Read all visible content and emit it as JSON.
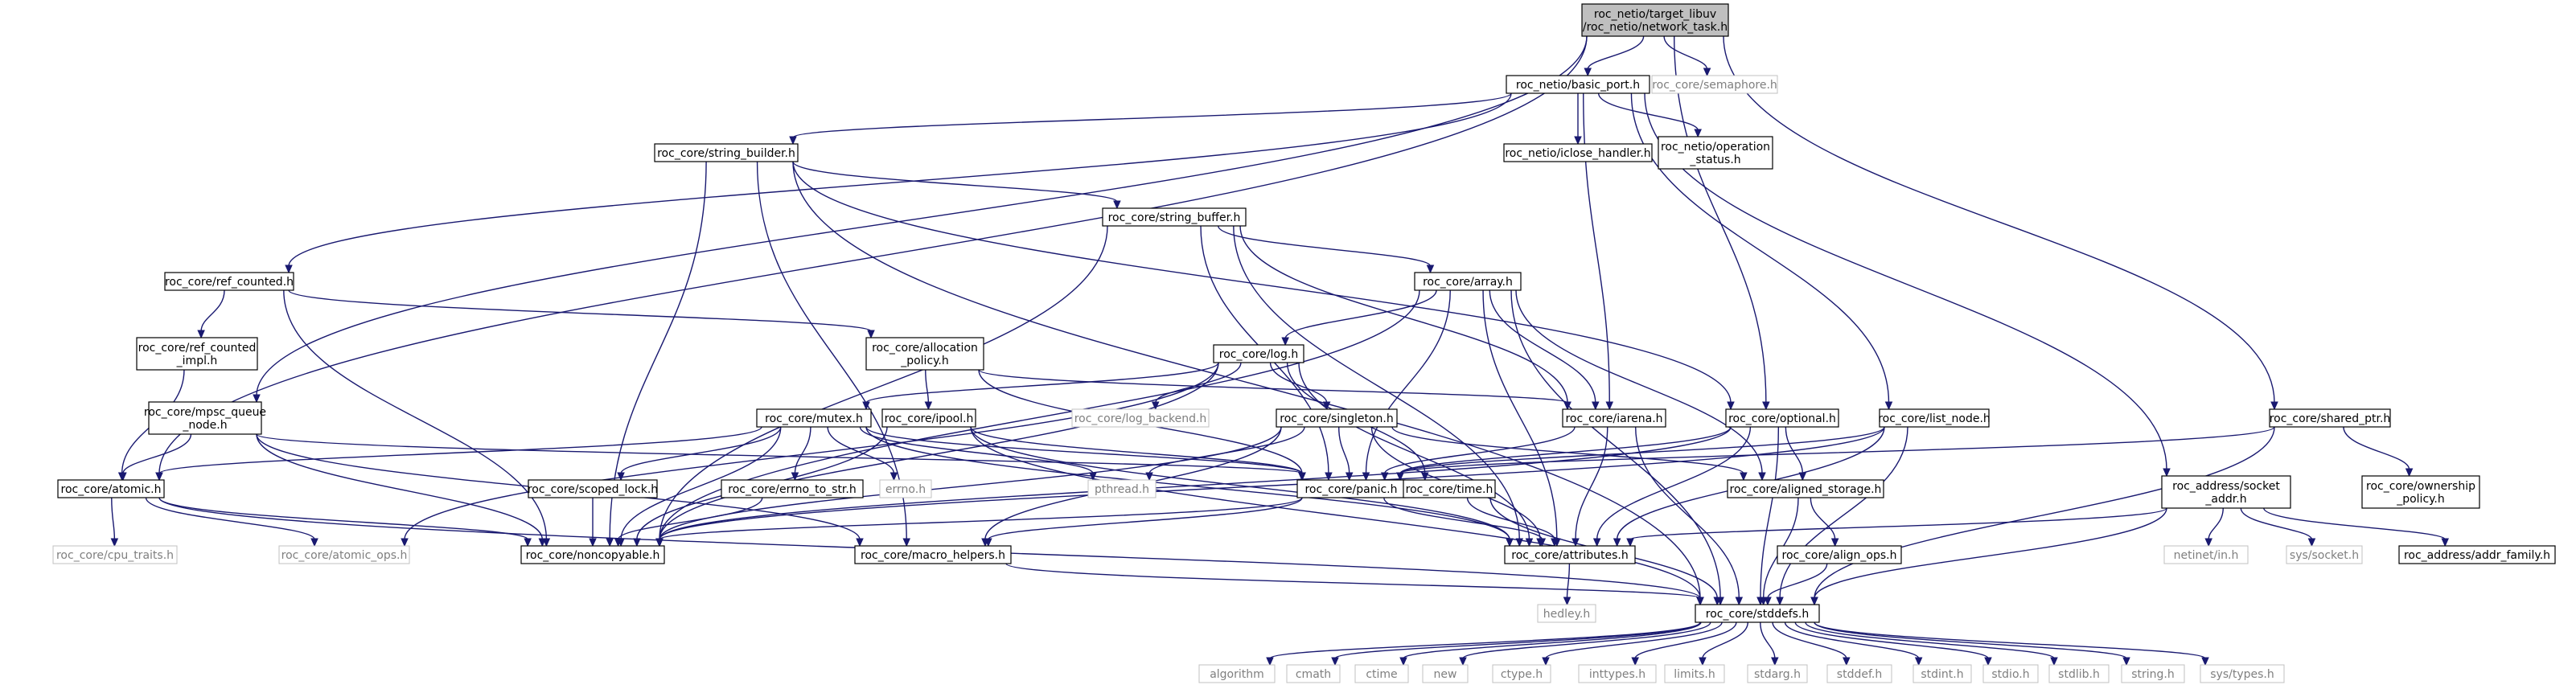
{
  "colors": {
    "edge": "#191970",
    "root_fill": "#bfbfbf",
    "external_border": "#c0c0c0",
    "external_text": "#7f7f7f"
  },
  "nodes": [
    {
      "id": "network_task",
      "lines": [
        "roc_netio/target_libuv",
        "/roc_netio/network_task.h"
      ],
      "kind": "root"
    },
    {
      "id": "basic_port",
      "lines": [
        "roc_netio/basic_port.h"
      ]
    },
    {
      "id": "semaphore",
      "lines": [
        "roc_core/semaphore.h"
      ],
      "kind": "ext"
    },
    {
      "id": "string_builder",
      "lines": [
        "roc_core/string_builder.h"
      ]
    },
    {
      "id": "iclose_handler",
      "lines": [
        "roc_netio/iclose_handler.h"
      ]
    },
    {
      "id": "operation_status",
      "lines": [
        "roc_netio/operation",
        "_status.h"
      ]
    },
    {
      "id": "string_buffer",
      "lines": [
        "roc_core/string_buffer.h"
      ]
    },
    {
      "id": "ref_counted",
      "lines": [
        "roc_core/ref_counted.h"
      ]
    },
    {
      "id": "array",
      "lines": [
        "roc_core/array.h"
      ]
    },
    {
      "id": "ref_counted_impl",
      "lines": [
        "roc_core/ref_counted",
        "_impl.h"
      ]
    },
    {
      "id": "allocation_policy",
      "lines": [
        "roc_core/allocation",
        "_policy.h"
      ]
    },
    {
      "id": "log",
      "lines": [
        "roc_core/log.h"
      ]
    },
    {
      "id": "mpsc_queue_node",
      "lines": [
        "roc_core/mpsc_queue",
        "_node.h"
      ]
    },
    {
      "id": "mutex",
      "lines": [
        "roc_core/mutex.h"
      ]
    },
    {
      "id": "ipool",
      "lines": [
        "roc_core/ipool.h"
      ]
    },
    {
      "id": "log_backend",
      "lines": [
        "roc_core/log_backend.h"
      ],
      "kind": "ext"
    },
    {
      "id": "singleton",
      "lines": [
        "roc_core/singleton.h"
      ]
    },
    {
      "id": "iarena",
      "lines": [
        "roc_core/iarena.h"
      ]
    },
    {
      "id": "optional",
      "lines": [
        "roc_core/optional.h"
      ]
    },
    {
      "id": "list_node",
      "lines": [
        "roc_core/list_node.h"
      ]
    },
    {
      "id": "shared_ptr",
      "lines": [
        "roc_core/shared_ptr.h"
      ]
    },
    {
      "id": "atomic",
      "lines": [
        "roc_core/atomic.h"
      ]
    },
    {
      "id": "scoped_lock",
      "lines": [
        "roc_core/scoped_lock.h"
      ]
    },
    {
      "id": "errno_to_str",
      "lines": [
        "roc_core/errno_to_str.h"
      ]
    },
    {
      "id": "errno",
      "lines": [
        "errno.h"
      ],
      "kind": "ext"
    },
    {
      "id": "pthread",
      "lines": [
        "pthread.h"
      ],
      "kind": "ext"
    },
    {
      "id": "panic",
      "lines": [
        "roc_core/panic.h"
      ]
    },
    {
      "id": "time",
      "lines": [
        "roc_core/time.h"
      ]
    },
    {
      "id": "aligned_storage",
      "lines": [
        "roc_core/aligned_storage.h"
      ]
    },
    {
      "id": "socket_addr",
      "lines": [
        "roc_address/socket",
        "_addr.h"
      ]
    },
    {
      "id": "ownership_policy",
      "lines": [
        "roc_core/ownership",
        "_policy.h"
      ]
    },
    {
      "id": "cpu_traits",
      "lines": [
        "roc_core/cpu_traits.h"
      ],
      "kind": "ext"
    },
    {
      "id": "atomic_ops",
      "lines": [
        "roc_core/atomic_ops.h"
      ],
      "kind": "ext"
    },
    {
      "id": "noncopyable",
      "lines": [
        "roc_core/noncopyable.h"
      ]
    },
    {
      "id": "macro_helpers",
      "lines": [
        "roc_core/macro_helpers.h"
      ]
    },
    {
      "id": "attributes",
      "lines": [
        "roc_core/attributes.h"
      ]
    },
    {
      "id": "align_ops",
      "lines": [
        "roc_core/align_ops.h"
      ]
    },
    {
      "id": "netinet_in",
      "lines": [
        "netinet/in.h"
      ],
      "kind": "ext"
    },
    {
      "id": "sys_socket",
      "lines": [
        "sys/socket.h"
      ],
      "kind": "ext"
    },
    {
      "id": "addr_family",
      "lines": [
        "roc_address/addr_family.h"
      ]
    },
    {
      "id": "hedley",
      "lines": [
        "hedley.h"
      ],
      "kind": "ext"
    },
    {
      "id": "stddefs",
      "lines": [
        "roc_core/stddefs.h"
      ]
    },
    {
      "id": "algorithm",
      "lines": [
        "algorithm"
      ],
      "kind": "ext"
    },
    {
      "id": "cmath",
      "lines": [
        "cmath"
      ],
      "kind": "ext"
    },
    {
      "id": "ctime",
      "lines": [
        "ctime"
      ],
      "kind": "ext"
    },
    {
      "id": "new",
      "lines": [
        "new"
      ],
      "kind": "ext"
    },
    {
      "id": "ctype",
      "lines": [
        "ctype.h"
      ],
      "kind": "ext"
    },
    {
      "id": "inttypes",
      "lines": [
        "inttypes.h"
      ],
      "kind": "ext"
    },
    {
      "id": "limits",
      "lines": [
        "limits.h"
      ],
      "kind": "ext"
    },
    {
      "id": "stdarg",
      "lines": [
        "stdarg.h"
      ],
      "kind": "ext"
    },
    {
      "id": "stddef",
      "lines": [
        "stddef.h"
      ],
      "kind": "ext"
    },
    {
      "id": "stdint",
      "lines": [
        "stdint.h"
      ],
      "kind": "ext"
    },
    {
      "id": "stdio",
      "lines": [
        "stdio.h"
      ],
      "kind": "ext"
    },
    {
      "id": "stdlib",
      "lines": [
        "stdlib.h"
      ],
      "kind": "ext"
    },
    {
      "id": "string",
      "lines": [
        "string.h"
      ],
      "kind": "ext"
    },
    {
      "id": "sys_types",
      "lines": [
        "sys/types.h"
      ],
      "kind": "ext"
    }
  ],
  "edges": [
    [
      "network_task",
      "basic_port"
    ],
    [
      "network_task",
      "semaphore"
    ],
    [
      "network_task",
      "atomic"
    ],
    [
      "network_task",
      "mpsc_queue_node"
    ],
    [
      "network_task",
      "optional"
    ],
    [
      "network_task",
      "shared_ptr"
    ],
    [
      "basic_port",
      "string_builder"
    ],
    [
      "basic_port",
      "iclose_handler"
    ],
    [
      "basic_port",
      "operation_status"
    ],
    [
      "basic_port",
      "ref_counted"
    ],
    [
      "basic_port",
      "list_node"
    ],
    [
      "basic_port",
      "iarena"
    ],
    [
      "basic_port",
      "socket_addr"
    ],
    [
      "string_builder",
      "string_buffer"
    ],
    [
      "string_builder",
      "noncopyable"
    ],
    [
      "string_builder",
      "stddefs"
    ],
    [
      "string_builder",
      "macro_helpers"
    ],
    [
      "string_builder",
      "optional"
    ],
    [
      "string_buffer",
      "array"
    ],
    [
      "string_buffer",
      "iarena"
    ],
    [
      "string_buffer",
      "panic"
    ],
    [
      "string_buffer",
      "noncopyable"
    ],
    [
      "string_buffer",
      "attributes"
    ],
    [
      "ref_counted",
      "ref_counted_impl"
    ],
    [
      "ref_counted",
      "allocation_policy"
    ],
    [
      "ref_counted",
      "noncopyable"
    ],
    [
      "array",
      "log"
    ],
    [
      "array",
      "iarena"
    ],
    [
      "array",
      "panic"
    ],
    [
      "array",
      "aligned_storage"
    ],
    [
      "array",
      "noncopyable"
    ],
    [
      "array",
      "attributes"
    ],
    [
      "array",
      "stddefs"
    ],
    [
      "ref_counted_impl",
      "atomic"
    ],
    [
      "allocation_policy",
      "ipool"
    ],
    [
      "allocation_policy",
      "iarena"
    ],
    [
      "allocation_policy",
      "panic"
    ],
    [
      "log",
      "mutex"
    ],
    [
      "log",
      "log_backend"
    ],
    [
      "log",
      "singleton"
    ],
    [
      "log",
      "time"
    ],
    [
      "log",
      "attributes"
    ],
    [
      "log",
      "noncopyable"
    ],
    [
      "log",
      "atomic_ops"
    ],
    [
      "mpsc_queue_node",
      "atomic"
    ],
    [
      "mpsc_queue_node",
      "noncopyable"
    ],
    [
      "mpsc_queue_node",
      "macro_helpers"
    ],
    [
      "mpsc_queue_node",
      "panic"
    ],
    [
      "mutex",
      "atomic"
    ],
    [
      "mutex",
      "scoped_lock"
    ],
    [
      "mutex",
      "errno_to_str"
    ],
    [
      "mutex",
      "errno"
    ],
    [
      "mutex",
      "pthread"
    ],
    [
      "mutex",
      "panic"
    ],
    [
      "mutex",
      "noncopyable"
    ],
    [
      "mutex",
      "attributes"
    ],
    [
      "ipool",
      "panic"
    ],
    [
      "ipool",
      "attributes"
    ],
    [
      "ipool",
      "stddefs"
    ],
    [
      "ipool",
      "noncopyable"
    ],
    [
      "singleton",
      "panic"
    ],
    [
      "singleton",
      "pthread"
    ],
    [
      "singleton",
      "noncopyable"
    ],
    [
      "singleton",
      "macro_helpers"
    ],
    [
      "singleton",
      "aligned_storage"
    ],
    [
      "singleton",
      "attributes"
    ],
    [
      "iarena",
      "panic"
    ],
    [
      "iarena",
      "attributes"
    ],
    [
      "iarena",
      "stddefs"
    ],
    [
      "optional",
      "panic"
    ],
    [
      "optional",
      "aligned_storage"
    ],
    [
      "optional",
      "noncopyable"
    ],
    [
      "optional",
      "attributes"
    ],
    [
      "optional",
      "stddefs"
    ],
    [
      "list_node",
      "panic"
    ],
    [
      "list_node",
      "noncopyable"
    ],
    [
      "list_node",
      "stddefs"
    ],
    [
      "list_node",
      "attributes"
    ],
    [
      "shared_ptr",
      "ownership_policy"
    ],
    [
      "shared_ptr",
      "panic"
    ],
    [
      "shared_ptr",
      "stddefs"
    ],
    [
      "atomic",
      "cpu_traits"
    ],
    [
      "atomic",
      "atomic_ops"
    ],
    [
      "atomic",
      "noncopyable"
    ],
    [
      "atomic",
      "stddefs"
    ],
    [
      "scoped_lock",
      "noncopyable"
    ],
    [
      "errno_to_str",
      "noncopyable"
    ],
    [
      "panic",
      "attributes"
    ],
    [
      "panic",
      "noncopyable"
    ],
    [
      "panic",
      "macro_helpers"
    ],
    [
      "time",
      "attributes"
    ],
    [
      "time",
      "stddefs"
    ],
    [
      "aligned_storage",
      "align_ops"
    ],
    [
      "aligned_storage",
      "stddefs"
    ],
    [
      "socket_addr",
      "addr_family"
    ],
    [
      "socket_addr",
      "netinet_in"
    ],
    [
      "socket_addr",
      "sys_socket"
    ],
    [
      "socket_addr",
      "attributes"
    ],
    [
      "socket_addr",
      "stddefs"
    ],
    [
      "macro_helpers",
      "stddefs"
    ],
    [
      "attributes",
      "hedley"
    ],
    [
      "align_ops",
      "stddefs"
    ],
    [
      "stddefs",
      "algorithm"
    ],
    [
      "stddefs",
      "cmath"
    ],
    [
      "stddefs",
      "ctime"
    ],
    [
      "stddefs",
      "new"
    ],
    [
      "stddefs",
      "ctype"
    ],
    [
      "stddefs",
      "inttypes"
    ],
    [
      "stddefs",
      "limits"
    ],
    [
      "stddefs",
      "stdarg"
    ],
    [
      "stddefs",
      "stddef"
    ],
    [
      "stddefs",
      "stdint"
    ],
    [
      "stddefs",
      "stdio"
    ],
    [
      "stddefs",
      "stdlib"
    ],
    [
      "stddefs",
      "string"
    ],
    [
      "stddefs",
      "sys_types"
    ]
  ]
}
